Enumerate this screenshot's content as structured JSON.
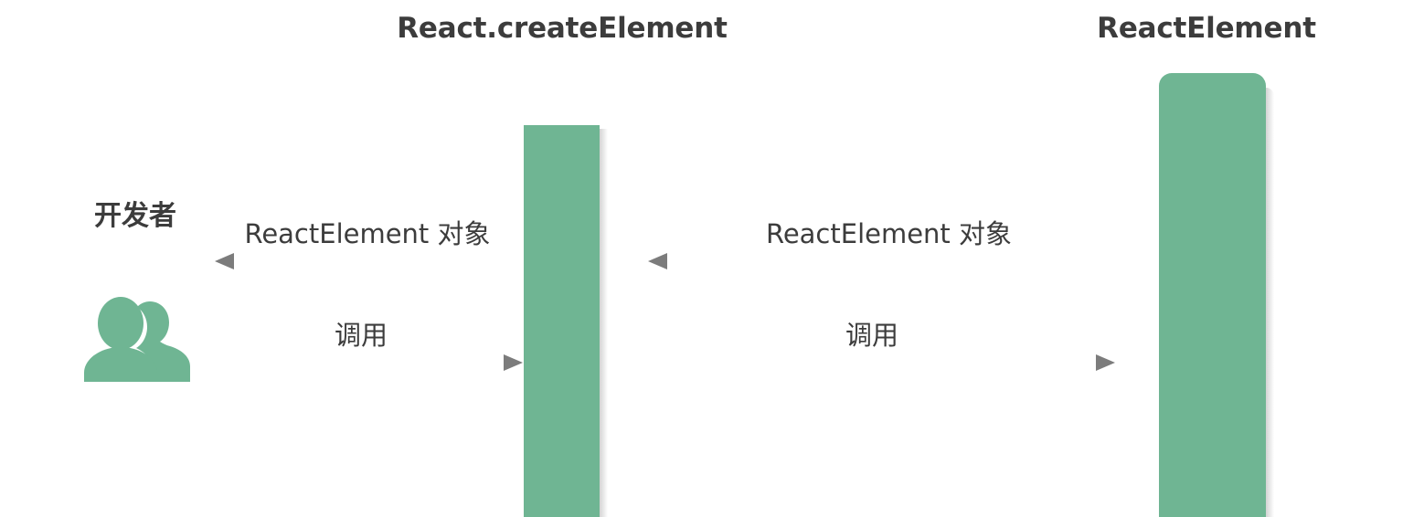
{
  "diagram": {
    "type": "sequence-diagram",
    "background": "#ffffff",
    "accent_color": "#6fb593",
    "text_color": "#3c3c3c",
    "arrow_color": "#7c7c7c",
    "actor": {
      "label": "开发者",
      "icon": "users-icon"
    },
    "participants": [
      {
        "id": "create-element",
        "title": "React.createElement"
      },
      {
        "id": "react-element",
        "title": "ReactElement"
      }
    ],
    "messages": [
      {
        "id": "left-return",
        "label": "ReactElement 对象",
        "direction": "left",
        "from": "create-element",
        "to": "actor"
      },
      {
        "id": "left-call",
        "label": "调用",
        "direction": "right",
        "from": "actor",
        "to": "create-element"
      },
      {
        "id": "right-return",
        "label": "ReactElement 对象",
        "direction": "left",
        "from": "react-element",
        "to": "create-element"
      },
      {
        "id": "right-call",
        "label": "调用",
        "direction": "right",
        "from": "create-element",
        "to": "react-element"
      }
    ]
  }
}
